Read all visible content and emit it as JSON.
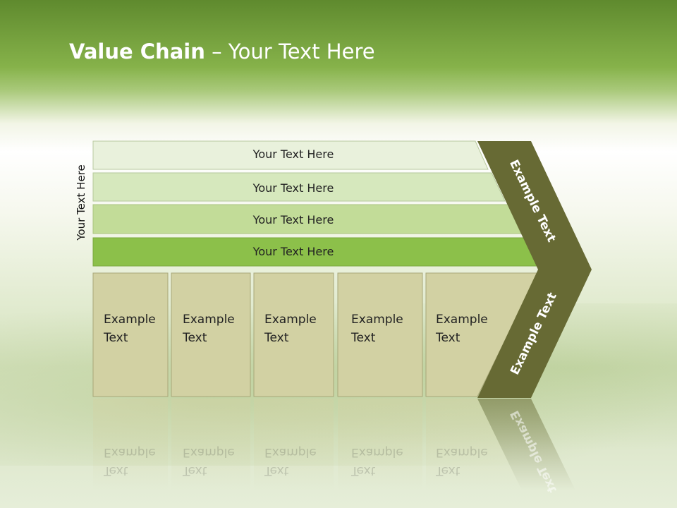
{
  "title": {
    "bold": "Value Chain",
    "rest": " – Your Text Here"
  },
  "side_label": "Your Text Here",
  "bars": [
    {
      "label": "Your Text Here"
    },
    {
      "label": "Your Text Here"
    },
    {
      "label": "Your Text Here"
    },
    {
      "label": "Your Text Here"
    }
  ],
  "boxes": [
    {
      "line1": "Example",
      "line2": "Text"
    },
    {
      "line1": "Example",
      "line2": "Text"
    },
    {
      "line1": "Example",
      "line2": "Text"
    },
    {
      "line1": "Example",
      "line2": "Text"
    },
    {
      "line1": "Example",
      "line2": "Text"
    }
  ],
  "chevron": {
    "upper_label": "Example Text",
    "lower_label": "Example Text"
  },
  "colors": {
    "bar1": "#e9f1dc",
    "bar2": "#d6e8bd",
    "bar3": "#c2dc98",
    "bar4": "#8cc04a",
    "box": "#d2d1a3",
    "chevron": "#676a34"
  }
}
